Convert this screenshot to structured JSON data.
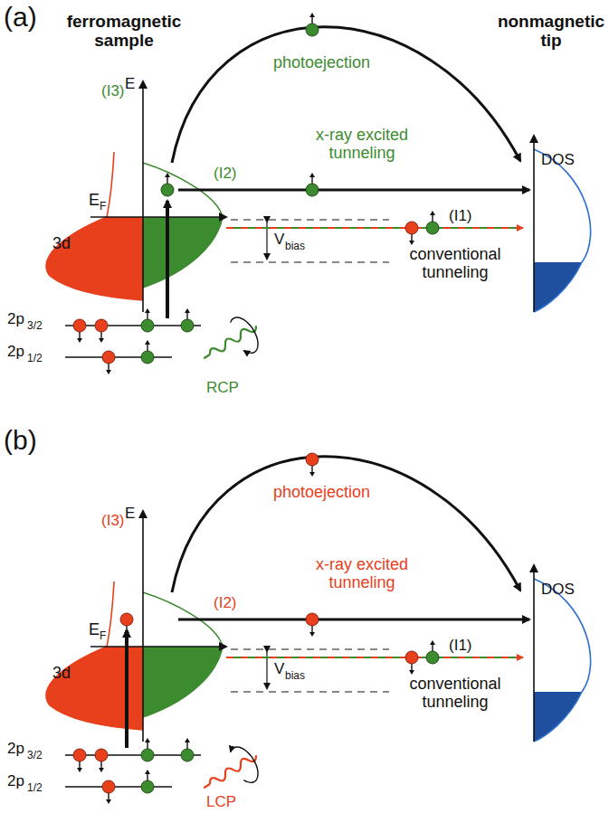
{
  "diagram": {
    "labels": [
      "(a)",
      "ferromagnetic sample",
      "nonmagnetic tip",
      "(I3)",
      "photoejection",
      "E",
      "x-ray excited tunneling",
      "(I2)",
      "E",
      "F",
      "3d",
      "V",
      "bias",
      "(I1)",
      "conventional tunneling",
      "DOS",
      "2p",
      "3/2",
      "2p",
      "1/2",
      "RCP",
      "(b)",
      "(I3)",
      "photoejection",
      "E",
      "x-ray excited tunneling",
      "(I2)",
      "E",
      "F",
      "3d",
      "V",
      "bias",
      "(I1)",
      "conventional tunneling",
      "DOS",
      "2p",
      "3/2",
      "2p",
      "1/2",
      "LCP"
    ]
  }
}
